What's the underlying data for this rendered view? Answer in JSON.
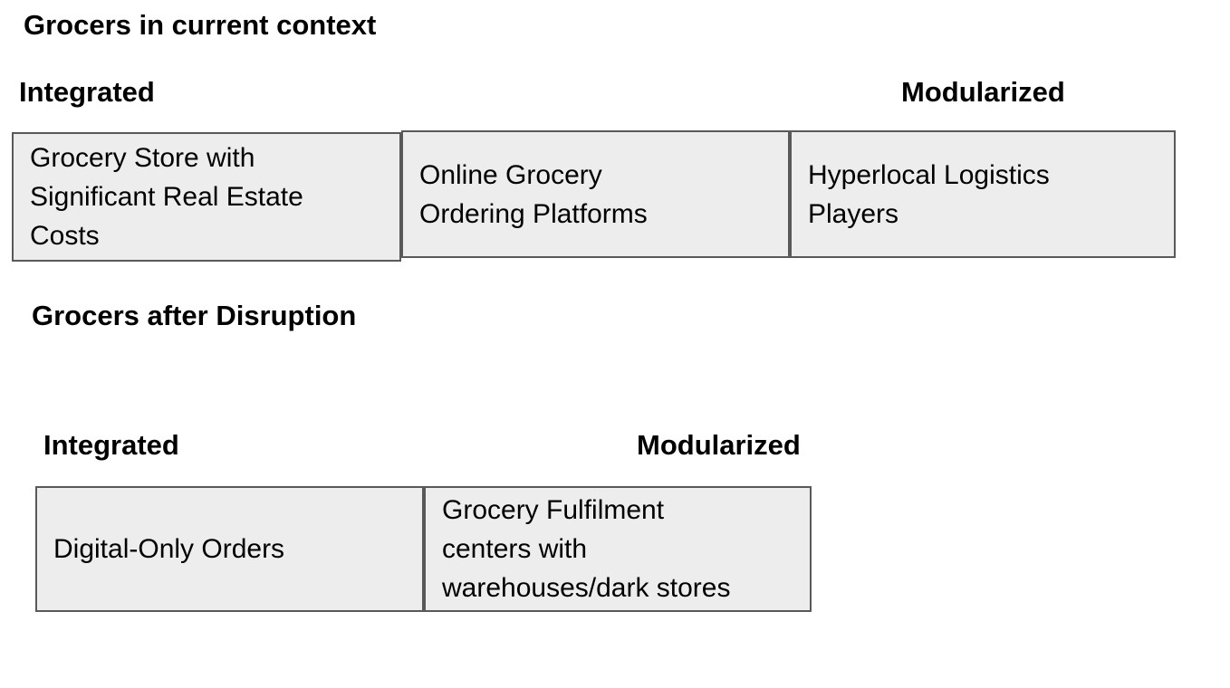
{
  "colors": {
    "background": "#ffffff",
    "box_fill": "#ededed",
    "box_border": "#595959",
    "text": "#000000"
  },
  "current_context": {
    "title": "Grocers in current context",
    "axis": {
      "left_label": "Integrated",
      "right_label": "Modularized"
    },
    "boxes": [
      "Grocery Store with\nSignificant Real Estate\nCosts",
      "Online Grocery\nOrdering Platforms",
      "Hyperlocal Logistics\nPlayers"
    ]
  },
  "after_disruption": {
    "title": "Grocers after Disruption",
    "axis": {
      "left_label": "Integrated",
      "right_label": "Modularized"
    },
    "boxes": [
      "Digital-Only Orders",
      "Grocery Fulfilment\ncenters with\nwarehouses/dark stores"
    ]
  }
}
